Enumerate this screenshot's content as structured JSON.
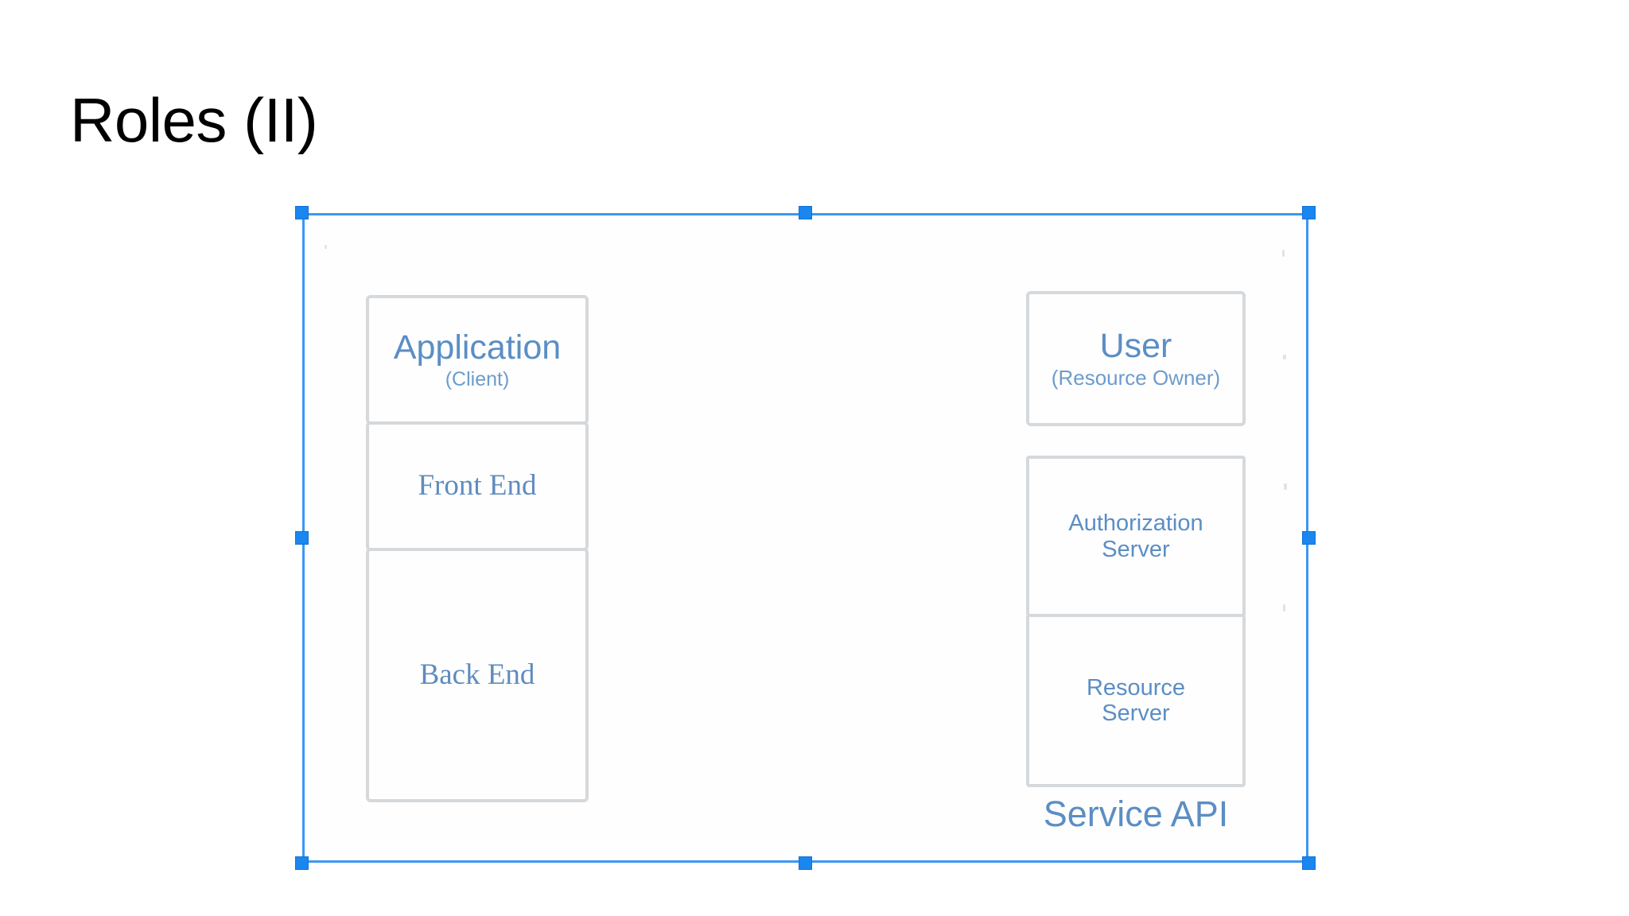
{
  "slide": {
    "title": "Roles (II)"
  },
  "colors": {
    "title_text": "#000000",
    "diagram_text": "#5b8ec4",
    "box_border": "#d6d9dc",
    "selection_blue": "#3b97f3",
    "handle_blue": "#1a86f0",
    "canvas_background": "#ffffff"
  },
  "diagram": {
    "name": "oauth-roles-diagram",
    "type": "block-diagram",
    "application_group": {
      "label": "Application",
      "sublabel": "(Client)",
      "components": [
        {
          "name": "front-end",
          "label": "Front End"
        },
        {
          "name": "back-end",
          "label": "Back End"
        }
      ]
    },
    "user_box": {
      "label": "User",
      "sublabel": "(Resource Owner)"
    },
    "service_api_group": {
      "label": "Service API",
      "components": [
        {
          "name": "authorization-server",
          "line1": "Authorization",
          "line2": "Server"
        },
        {
          "name": "resource-server",
          "line1": "Resource",
          "line2": "Server"
        }
      ]
    }
  },
  "selection": {
    "state": "selected",
    "handles": [
      "top-left",
      "top-center",
      "top-right",
      "middle-left",
      "middle-right",
      "bottom-left",
      "bottom-center",
      "bottom-right"
    ]
  }
}
